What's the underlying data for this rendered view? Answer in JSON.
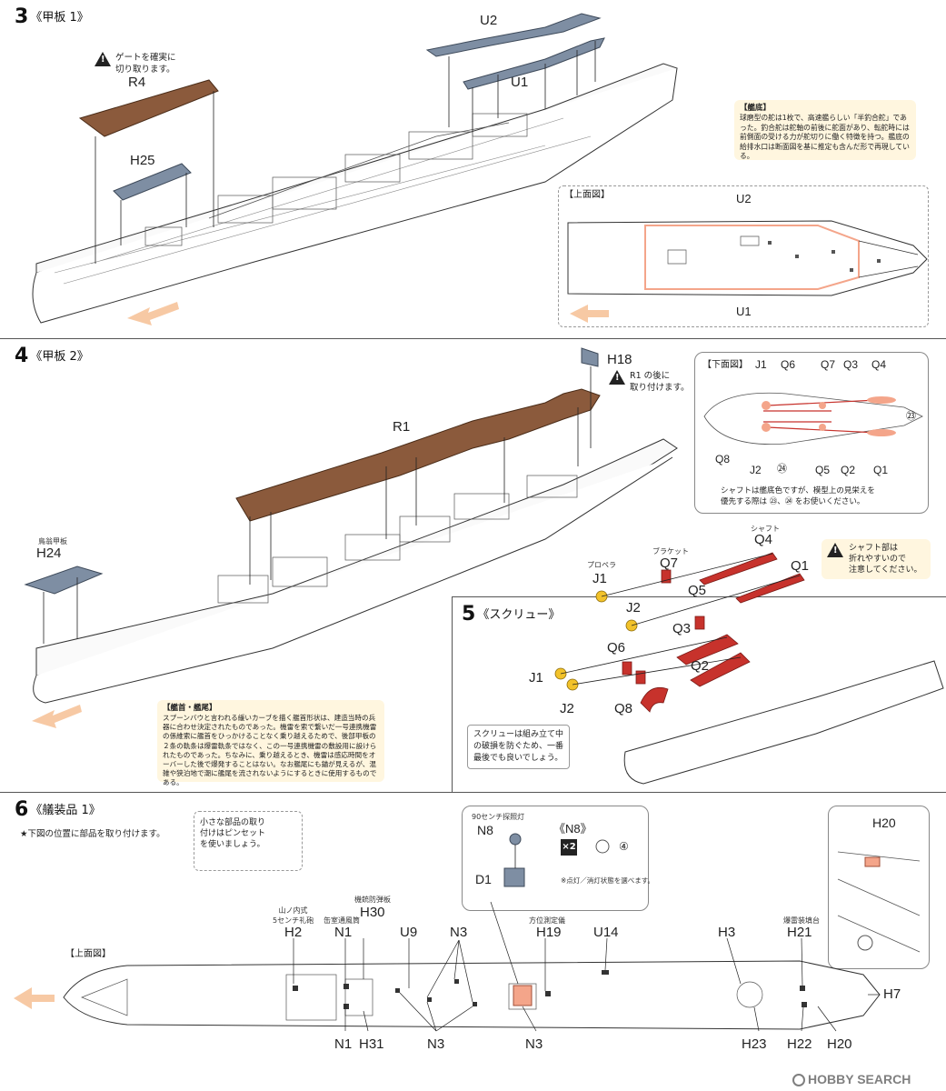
{
  "step3": {
    "number": "3",
    "title": "《甲板 1》",
    "labels": {
      "u2": "U2",
      "u1": "U1",
      "r4": "R4",
      "h25": "H25"
    },
    "warning": "ゲートを確実に\n切り取ります。",
    "note_title": "【艦底】",
    "note_body": "球磨型の舵は1枚で、高速艦らしい「半釣合舵」であった。釣合舵は舵軸の前後に舵面があり、転舵時には前側面の受ける力が舵切りに働く特徴を持つ。艦底の給排水口は断面図を基に推定も含んだ形で再現している。",
    "top_view_label": "【上面図】",
    "top_view_u2": "U2",
    "top_view_u1": "U1"
  },
  "step4": {
    "number": "4",
    "title": "《甲板 2》",
    "labels": {
      "r1": "R1",
      "h18": "H18",
      "h24": "H24"
    },
    "h24_caption": "鳥翁甲板",
    "h18_warning": "R1 の後に\n取り付けます。",
    "note_title": "【艦首・艦尾】",
    "note_body": "スプーンバウと言われる緩いカーブを描く艦首形状は、建造当時の兵器に合わせ決定されたものであった。機雷を索で繋いだ一号連携機雷の係維索に艦首をひっかけることなく乗り越えるためで、後部甲板の２条の軌条は爆雷軌条ではなく、この一号連携機雷の敷設用に設けられたものであった。ちなみに、乗り越えるとき、機雷は感応時間をオーバーした後で爆発することはない。なお艦尾にも錨が見えるが、混雑や狭泊地で潮に艦尾を流されないようにするときに使用するものである。"
  },
  "bottom_view": {
    "title": "【下面図】",
    "labels": [
      "J1",
      "Q6",
      "Q7",
      "Q3",
      "Q4",
      "Q8",
      "J2",
      "Q5",
      "Q2",
      "Q1"
    ],
    "refs": [
      "㉓",
      "㉔"
    ],
    "note": "シャフトは艦底色ですが、模型上の見栄えを\n優先する際は ㉓、㉔ をお使いください。"
  },
  "step5": {
    "number": "5",
    "title": "《スクリュー》",
    "captions": {
      "propeller": "プロペラ",
      "bracket": "ブラケット",
      "shaft": "シャフト"
    },
    "labels": {
      "q4": "Q4",
      "q1": "Q1",
      "q7": "Q7",
      "j1a": "J1",
      "q5": "Q5",
      "j2a": "J2",
      "q3": "Q3",
      "q6": "Q6",
      "q2": "Q2",
      "j1b": "J1",
      "j2b": "J2",
      "q8": "Q8"
    },
    "warning": "シャフト部は\n折れやすいので\n注意してください。",
    "tip": "スクリューは組み立て中\nの破損を防ぐため、一番\n最後でも良いでしょう。"
  },
  "step6": {
    "number": "6",
    "title": "《艤装品 1》",
    "subtitle": "★下図の位置に部品を取り付けます。",
    "tweezer_tip": "小さな部品の取り\n付けはピンセット\nを使いましょう。",
    "searchlight_caption": "90センチ探照灯",
    "n8": "N8",
    "d1": "D1",
    "n8_variant_title": "《N8》",
    "x2": "×2",
    "ref4": "④",
    "n8_note": "※点灯／消灯状態を選べます。",
    "top_view_label": "【上面図】",
    "captions": {
      "gun": "山ノ内式\n5センチ礼砲",
      "vent": "缶室通風筒",
      "shield": "機銃防弾板",
      "rangefinder": "方位測定儀",
      "depth_charge": "爆雷装填台"
    },
    "labels": {
      "h2": "H2",
      "n1_top": "N1",
      "h30": "H30",
      "u9": "U9",
      "n3_top": "N3",
      "h19": "H19",
      "u14": "U14",
      "h3": "H3",
      "h21": "H21",
      "h7": "H7",
      "n1_bot": "N1",
      "h31": "H31",
      "n3_bot1": "N3",
      "n3_bot2": "N3",
      "h23": "H23",
      "h22": "H22",
      "h20_bot": "H20",
      "h20_box": "H20"
    }
  },
  "watermark": {
    "brand": "HOBBY SEARCH"
  },
  "colors": {
    "deck_brown": "#8b5a3c",
    "part_gray": "#7e8ea3",
    "part_red": "#c7322c",
    "part_yellow": "#f2c22a",
    "highlight_orange": "#f4a58a",
    "arrow_peach": "#f7c9a4",
    "note_bg": "#fff6df"
  }
}
